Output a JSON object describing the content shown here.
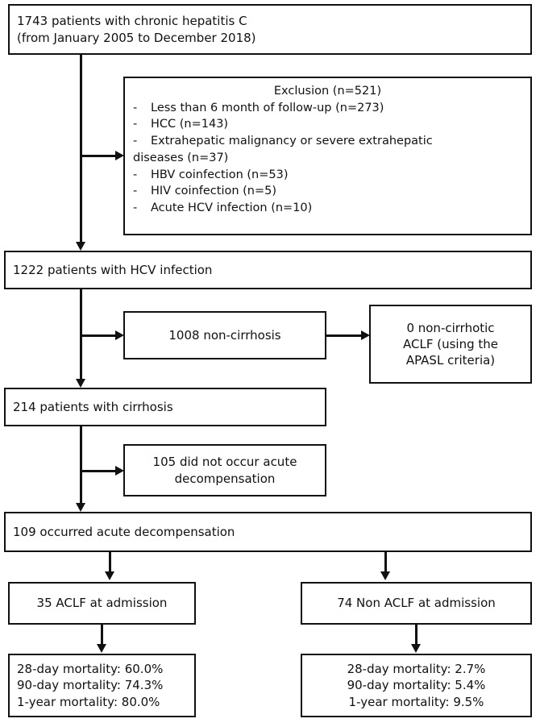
{
  "diagram": {
    "title": "Patient selection flow diagram for chronic hepatitis C cohort",
    "type": "flowchart",
    "line_color": "#111111",
    "background_color": "#ffffff"
  },
  "nodes": {
    "enrolled": {
      "line1": "1743 patients with chronic hepatitis C",
      "line2": "(from January 2005 to December 2018)"
    },
    "exclusion": {
      "title": "Exclusion (n=521)",
      "dash": "-",
      "items": [
        {
          "text": "Less than 6 month of follow-up (n=273)"
        },
        {
          "text": "HCC (n=143)"
        },
        {
          "text": "Extrahepatic malignancy or severe extrahepatic",
          "continuation": "diseases (n=37)"
        },
        {
          "text": "HBV coinfection (n=53)"
        },
        {
          "text": "HIV coinfection (n=5)"
        },
        {
          "text": "Acute HCV infection (n=10)"
        }
      ]
    },
    "hcv_infection": {
      "label": "1222 patients with HCV infection"
    },
    "non_cirrhosis": {
      "label": "1008 non-cirrhosis"
    },
    "non_cirrhotic_aclf": {
      "line1": "0 non-cirrhotic",
      "line2": "ACLF (using the",
      "line3": "APASL criteria)"
    },
    "cirrhosis": {
      "label": "214 patients with cirrhosis"
    },
    "no_decompensation": {
      "line1": "105 did not occur acute",
      "line2": "decompensation"
    },
    "decompensation": {
      "label": "109 occurred acute decompensation"
    },
    "aclf_admission": {
      "label": "35 ACLF at admission"
    },
    "non_aclf_admission": {
      "label": "74 Non ACLF at admission"
    },
    "aclf_mortality": {
      "line1": "28-day mortality: 60.0%",
      "line2": "90-day mortality: 74.3%",
      "line3": "1-year mortality: 80.0%"
    },
    "non_aclf_mortality": {
      "line1": "28-day mortality: 2.7%",
      "line2": "90-day mortality: 5.4%",
      "line3": "1-year mortality: 9.5%"
    }
  },
  "chart_data": {
    "type": "flowchart",
    "title": "Patient selection flow diagram",
    "counts": {
      "total_screened": 1743,
      "excluded_total": 521,
      "exclusion_breakdown": {
        "less_than_6_month_followup": 273,
        "hcc": 143,
        "extrahepatic_malignancy_or_severe_extrahepatic_diseases": 37,
        "hbv_coinfection": 53,
        "hiv_coinfection": 5,
        "acute_hcv_infection": 10
      },
      "hcv_infection": 1222,
      "non_cirrhosis": 1008,
      "non_cirrhotic_aclf": 0,
      "cirrhosis": 214,
      "no_acute_decompensation": 105,
      "acute_decompensation": 109,
      "aclf_at_admission": 35,
      "non_aclf_at_admission": 74
    },
    "mortality_percent": {
      "aclf": {
        "28_day": 60.0,
        "90_day": 74.3,
        "1_year": 80.0
      },
      "non_aclf": {
        "28_day": 2.7,
        "90_day": 5.4,
        "1_year": 9.5
      }
    },
    "date_range": "January 2005 to December 2018"
  }
}
